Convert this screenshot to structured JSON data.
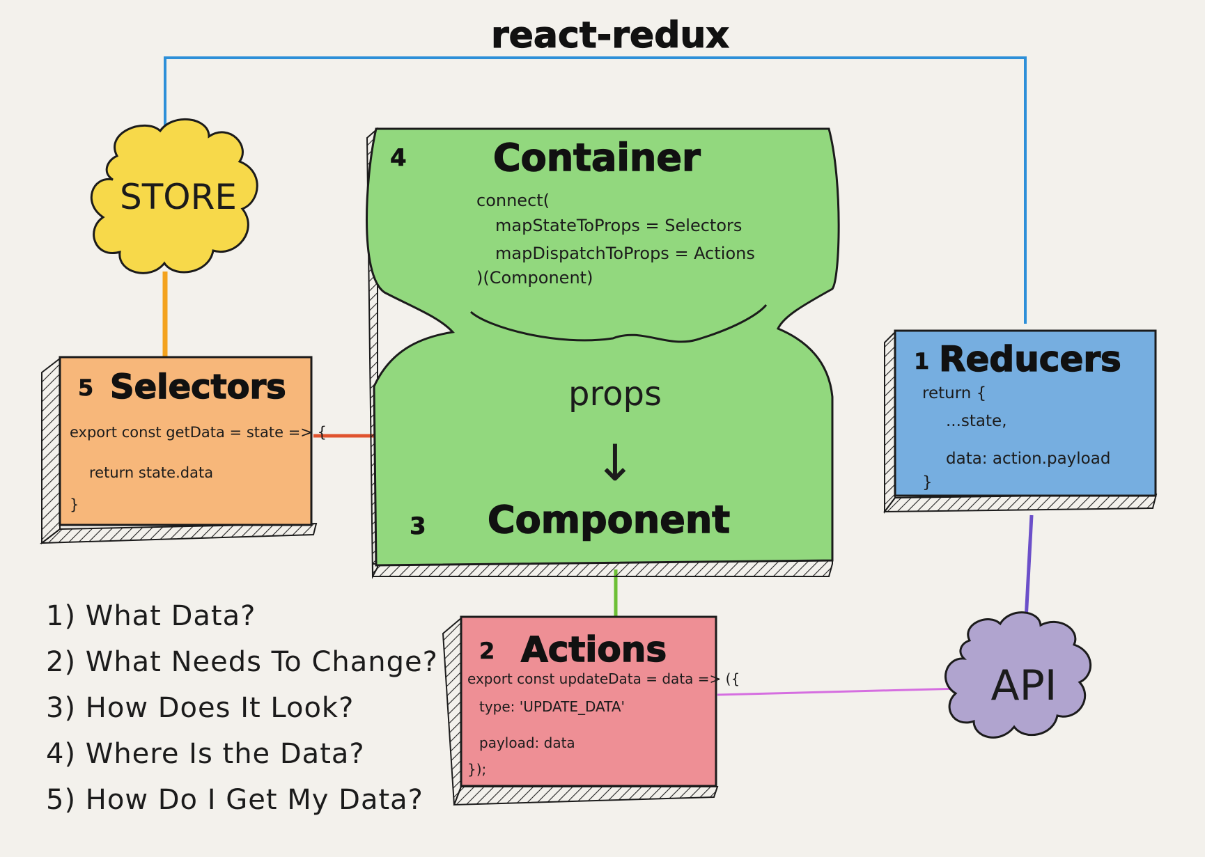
{
  "title": "react-redux",
  "store": {
    "label": "STORE"
  },
  "api": {
    "label": "API"
  },
  "container": {
    "number": "4",
    "title": "Container",
    "code": [
      "connect(",
      "mapStateToProps = Selectors",
      "mapDispatchToProps = Actions",
      ")(Component)"
    ]
  },
  "props_label": "props",
  "arrow_glyph": "↓",
  "component": {
    "number": "3",
    "title": "Component"
  },
  "selectors": {
    "number": "5",
    "title": "Selectors",
    "code": [
      "export const getData = state => {",
      "return state.data",
      "}"
    ]
  },
  "reducers": {
    "number": "1",
    "title": "Reducers",
    "code": [
      "return {",
      "...state,",
      "data: action.payload",
      "}"
    ]
  },
  "actions": {
    "number": "2",
    "title": "Actions",
    "code": [
      "export const updateData = data => ({",
      "type: 'UPDATE_DATA'",
      "payload: data",
      "});"
    ]
  },
  "questions": [
    "1) What Data?",
    "2) What Needs To Change?",
    "3) How Does It Look?",
    "4) Where Is the Data?",
    "5) How Do I Get My Data?"
  ],
  "colors": {
    "store": "#f7d94a",
    "container": "#92d87e",
    "selectors": "#f7b77a",
    "reducers": "#76aee0",
    "actions": "#ee8f95",
    "api": "#b0a4cf",
    "line_blue": "#2d8fd8",
    "line_orange": "#f3a21d",
    "line_red": "#e0532e",
    "line_green": "#6cbf35",
    "line_purple": "#6b4fc9",
    "line_magenta": "#d56ee0"
  }
}
